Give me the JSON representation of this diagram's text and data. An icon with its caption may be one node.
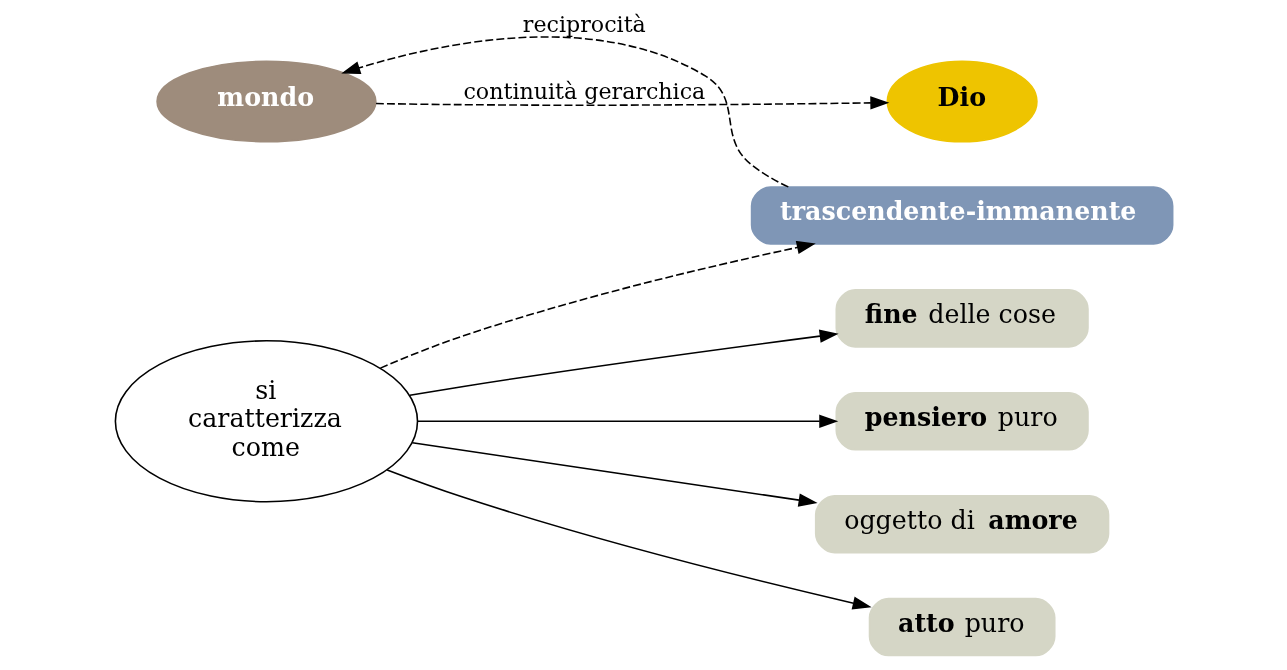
{
  "diagram": {
    "nodes": [
      {
        "text": [
          "**Dio**"
        ]
      },
      {
        "text": [
          "si caratterizza come"
        ]
      },
      {
        "text": [
          "**fine** delle cose"
        ]
      },
      {
        "text": [
          "**pensiero** puro"
        ]
      },
      {
        "text": [
          "oggetto di **amore**"
        ]
      },
      {
        "text": [
          "**atto** puro"
        ]
      },
      {
        "text": [
          "**trascendente-immanente**"
        ]
      },
      {
        "text": [
          "**mondo**"
        ]
      }
    ],
    "edges": [
      {
        "from": 1,
        "to": 2,
        "arrow": "to"
      },
      {
        "from": 1,
        "to": 3,
        "arrow": "to"
      },
      {
        "from": 1,
        "to": 4,
        "arrow": "to"
      },
      {
        "from": 1,
        "to": 5,
        "arrow": "to"
      },
      {
        "from": 1,
        "to": 6,
        "arrow": "to",
        "style": "dashed"
      },
      {
        "from": 7,
        "to": 0,
        "arrow": "to",
        "style": "dashed",
        "label": "continuità gerarchica"
      },
      {
        "from": 6,
        "to": 7,
        "arrow": "to",
        "style": "dashed",
        "label": "reciprocità"
      }
    ]
  }
}
